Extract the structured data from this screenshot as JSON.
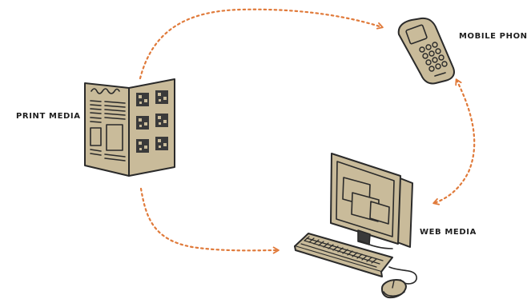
{
  "nodes": {
    "print": {
      "label": "PRINT MEDIA",
      "icon": "newspaper-icon"
    },
    "mobile": {
      "label": "MOBILE PHONE",
      "icon": "mobile-phone-icon"
    },
    "web": {
      "label": "WEB MEDIA",
      "icon": "computer-icon"
    }
  },
  "connectors": [
    {
      "from": "PRINT MEDIA",
      "to": "MOBILE PHONE",
      "style": "dotted-arrow"
    },
    {
      "from": "PRINT MEDIA",
      "to": "WEB MEDIA",
      "style": "dotted-arrow"
    },
    {
      "from": "MOBILE PHONE",
      "to": "WEB MEDIA",
      "style": "dotted-double-arrow"
    }
  ],
  "colors": {
    "fill": "#c9bb9a",
    "outline": "#2a2a2a",
    "arrow": "#e07a3a",
    "dark_patch": "#3a3a3a"
  }
}
